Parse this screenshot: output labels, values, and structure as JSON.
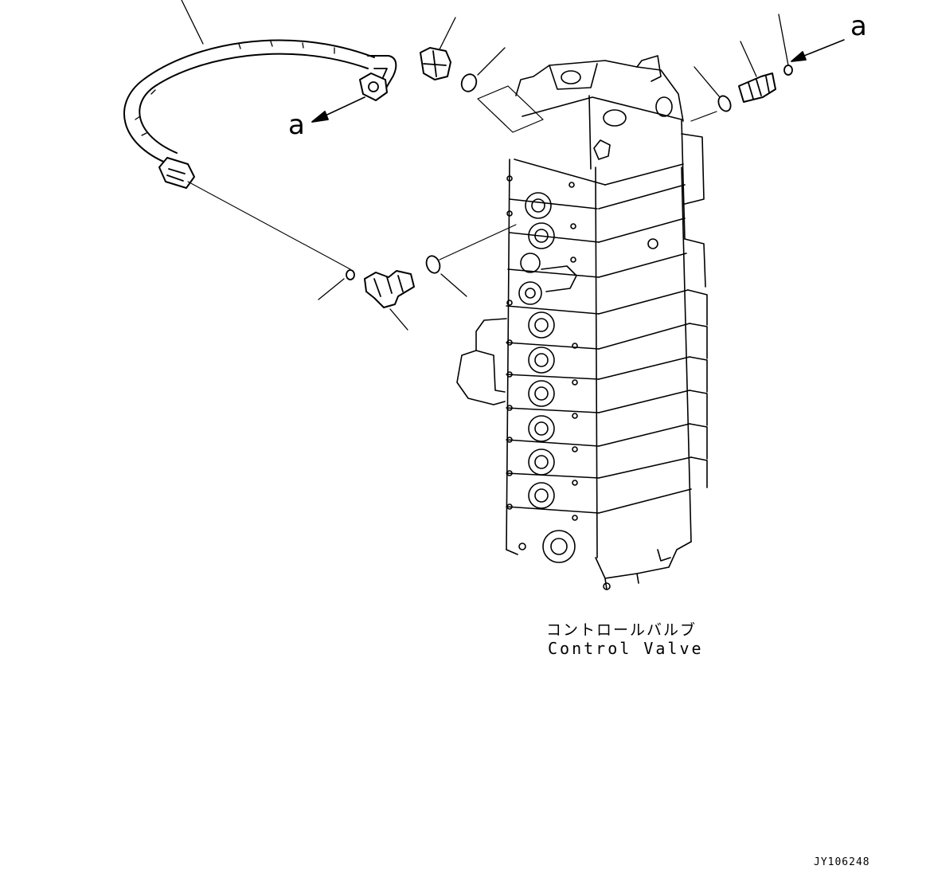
{
  "diagram": {
    "component_label_jp": "コントロールバルブ",
    "component_label_en": "Control Valve",
    "figure_code": "JY106248",
    "connection_labels": [
      "a",
      "a"
    ]
  }
}
